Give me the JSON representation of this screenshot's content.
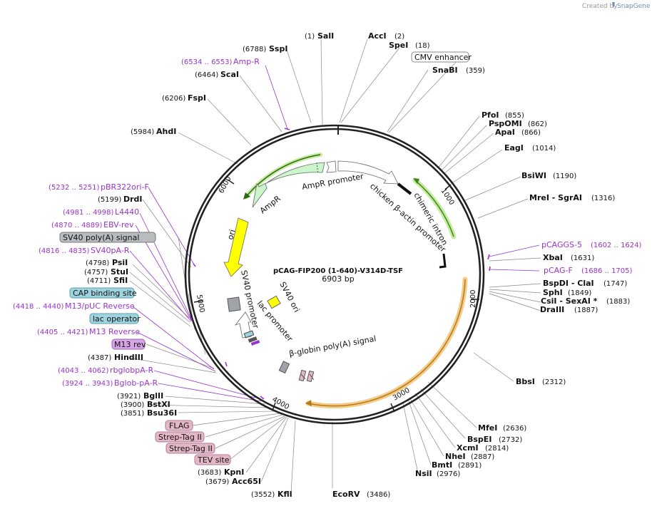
{
  "credit": {
    "prefix": "Created by",
    "brand": "SnapGene"
  },
  "plasmid": {
    "name": "pCAG-FIP200 (1-640)-V314D-TSF",
    "length": "6903 bp",
    "size": 6903
  },
  "ticks": [
    {
      "label": "1000",
      "pos": 1000
    },
    {
      "label": "2000",
      "pos": 2000
    },
    {
      "label": "3000",
      "pos": 3000
    },
    {
      "label": "4000",
      "pos": 4000
    },
    {
      "label": "5000",
      "pos": 5000
    },
    {
      "label": "6000",
      "pos": 6000
    }
  ],
  "enzymes_right": [
    {
      "name": "SalI",
      "pos": "(1)"
    },
    {
      "name": "AccI",
      "pos": "(2)"
    },
    {
      "name": "SpeI",
      "pos": "(18)"
    },
    {
      "name": "SnaBI",
      "pos": "(359)"
    },
    {
      "name": "PfoI",
      "pos": "(855)"
    },
    {
      "name": "PspOMI",
      "pos": "(862)"
    },
    {
      "name": "ApaI",
      "pos": "(866)"
    },
    {
      "name": "EagI",
      "pos": "(1014)"
    },
    {
      "name": "BsiWI",
      "pos": "(1190)"
    },
    {
      "name": "MreI  - SgrAI",
      "pos": "(1316)"
    },
    {
      "name": "XbaI",
      "pos": "(1631)"
    },
    {
      "name": "BspDI  - ClaI",
      "pos": "(1747)"
    },
    {
      "name": "SphI",
      "pos": "(1849)"
    },
    {
      "name": "CsiI  - SexAI *",
      "pos": "(1883)"
    },
    {
      "name": "DraIII",
      "pos": "(1887)"
    },
    {
      "name": "BbsI",
      "pos": "(2312)"
    },
    {
      "name": "MfeI",
      "pos": "(2636)"
    },
    {
      "name": "BspEI",
      "pos": "(2732)"
    },
    {
      "name": "XcmI",
      "pos": "(2814)"
    },
    {
      "name": "NheI",
      "pos": "(2887)"
    },
    {
      "name": "BmtI",
      "pos": "(2891)"
    },
    {
      "name": "NsiI",
      "pos": "(2976)"
    },
    {
      "name": "EcoRV",
      "pos": "(3486)"
    }
  ],
  "enzymes_left": [
    {
      "name": "SspI",
      "pos": "(6788)"
    },
    {
      "name": "ScaI",
      "pos": "(6464)"
    },
    {
      "name": "FspI",
      "pos": "(6206)"
    },
    {
      "name": "AhdI",
      "pos": "(5984)"
    },
    {
      "name": "DrdI",
      "pos": "(5199)"
    },
    {
      "name": "PsiI",
      "pos": "(4798)"
    },
    {
      "name": "StuI",
      "pos": "(4757)"
    },
    {
      "name": "SfiI",
      "pos": "(4711)"
    },
    {
      "name": "HindIII",
      "pos": "(4387)"
    },
    {
      "name": "BglII",
      "pos": "(3921)"
    },
    {
      "name": "BstXI",
      "pos": "(3900)"
    },
    {
      "name": "Bsu36I",
      "pos": "(3851)"
    },
    {
      "name": "KpnI",
      "pos": "(3683)"
    },
    {
      "name": "Acc65I",
      "pos": "(3679)"
    },
    {
      "name": "KflI",
      "pos": "(3552)"
    }
  ],
  "primers": [
    {
      "name": "Amp-R",
      "range": "(6534 .. 6553)"
    },
    {
      "name": "pBR322ori-F",
      "range": "(5232 .. 5251)"
    },
    {
      "name": "L4440",
      "range": "(4981 .. 4998)"
    },
    {
      "name": "EBV-rev",
      "range": "(4870 .. 4889)"
    },
    {
      "name": "SV40pA-R",
      "range": "(4816 .. 4835)"
    },
    {
      "name": "M13/pUC Reverse",
      "range": "(4418 .. 4440)"
    },
    {
      "name": "M13 Reverse",
      "range": "(4405 .. 4421)"
    },
    {
      "name": "rbglobpA-R",
      "range": "(4043 .. 4062)"
    },
    {
      "name": "Bglob-pA-R",
      "range": "(3924 .. 3943)"
    },
    {
      "name": "pCAGGS-5",
      "range": "(1602 .. 1624)"
    },
    {
      "name": "pCAG-F",
      "range": "(1686 .. 1705)"
    }
  ],
  "feature_boxes": [
    {
      "label": "CMV enhancer",
      "color": "#ffffff"
    },
    {
      "label": "SV40 poly(A) signal",
      "color": "#b9bcbf"
    },
    {
      "label": "CAP binding site",
      "color": "#9fd3dd"
    },
    {
      "label": "lac operator",
      "color": "#9fd3dd"
    },
    {
      "label": "M13 rev",
      "color": "#d8a6e8"
    },
    {
      "label": "FLAG",
      "color": "#e4b7c8"
    },
    {
      "label": "Strep-Tag II",
      "color": "#e4b7c8"
    },
    {
      "label": "Strep-Tag II",
      "color": "#e4b7c8"
    },
    {
      "label": "TEV site",
      "color": "#e4b7c8"
    }
  ],
  "features": {
    "amp_promoter": "AmpR promoter",
    "ampr": "AmpR",
    "ori": "ori",
    "sv40_promoter": "SV40 promoter",
    "sv40_ori": "SV40 ori",
    "lac_promoter": "lac promoter",
    "beta_globin": "β-globin poly(A) signal",
    "chicken_actin": "chicken β-actin promoter",
    "chimeric_intron": "chimeric intron"
  },
  "colors": {
    "backbone": "#222222",
    "ampr_fill": "#ccf5cc",
    "ori_fill": "#ffff00",
    "promoter_fill": "#ffffff",
    "intron_glow": "#c8eaa0",
    "orf_glow": "#f2cc88",
    "primer": "#9933cc",
    "grey_block": "#a0a4a8"
  }
}
